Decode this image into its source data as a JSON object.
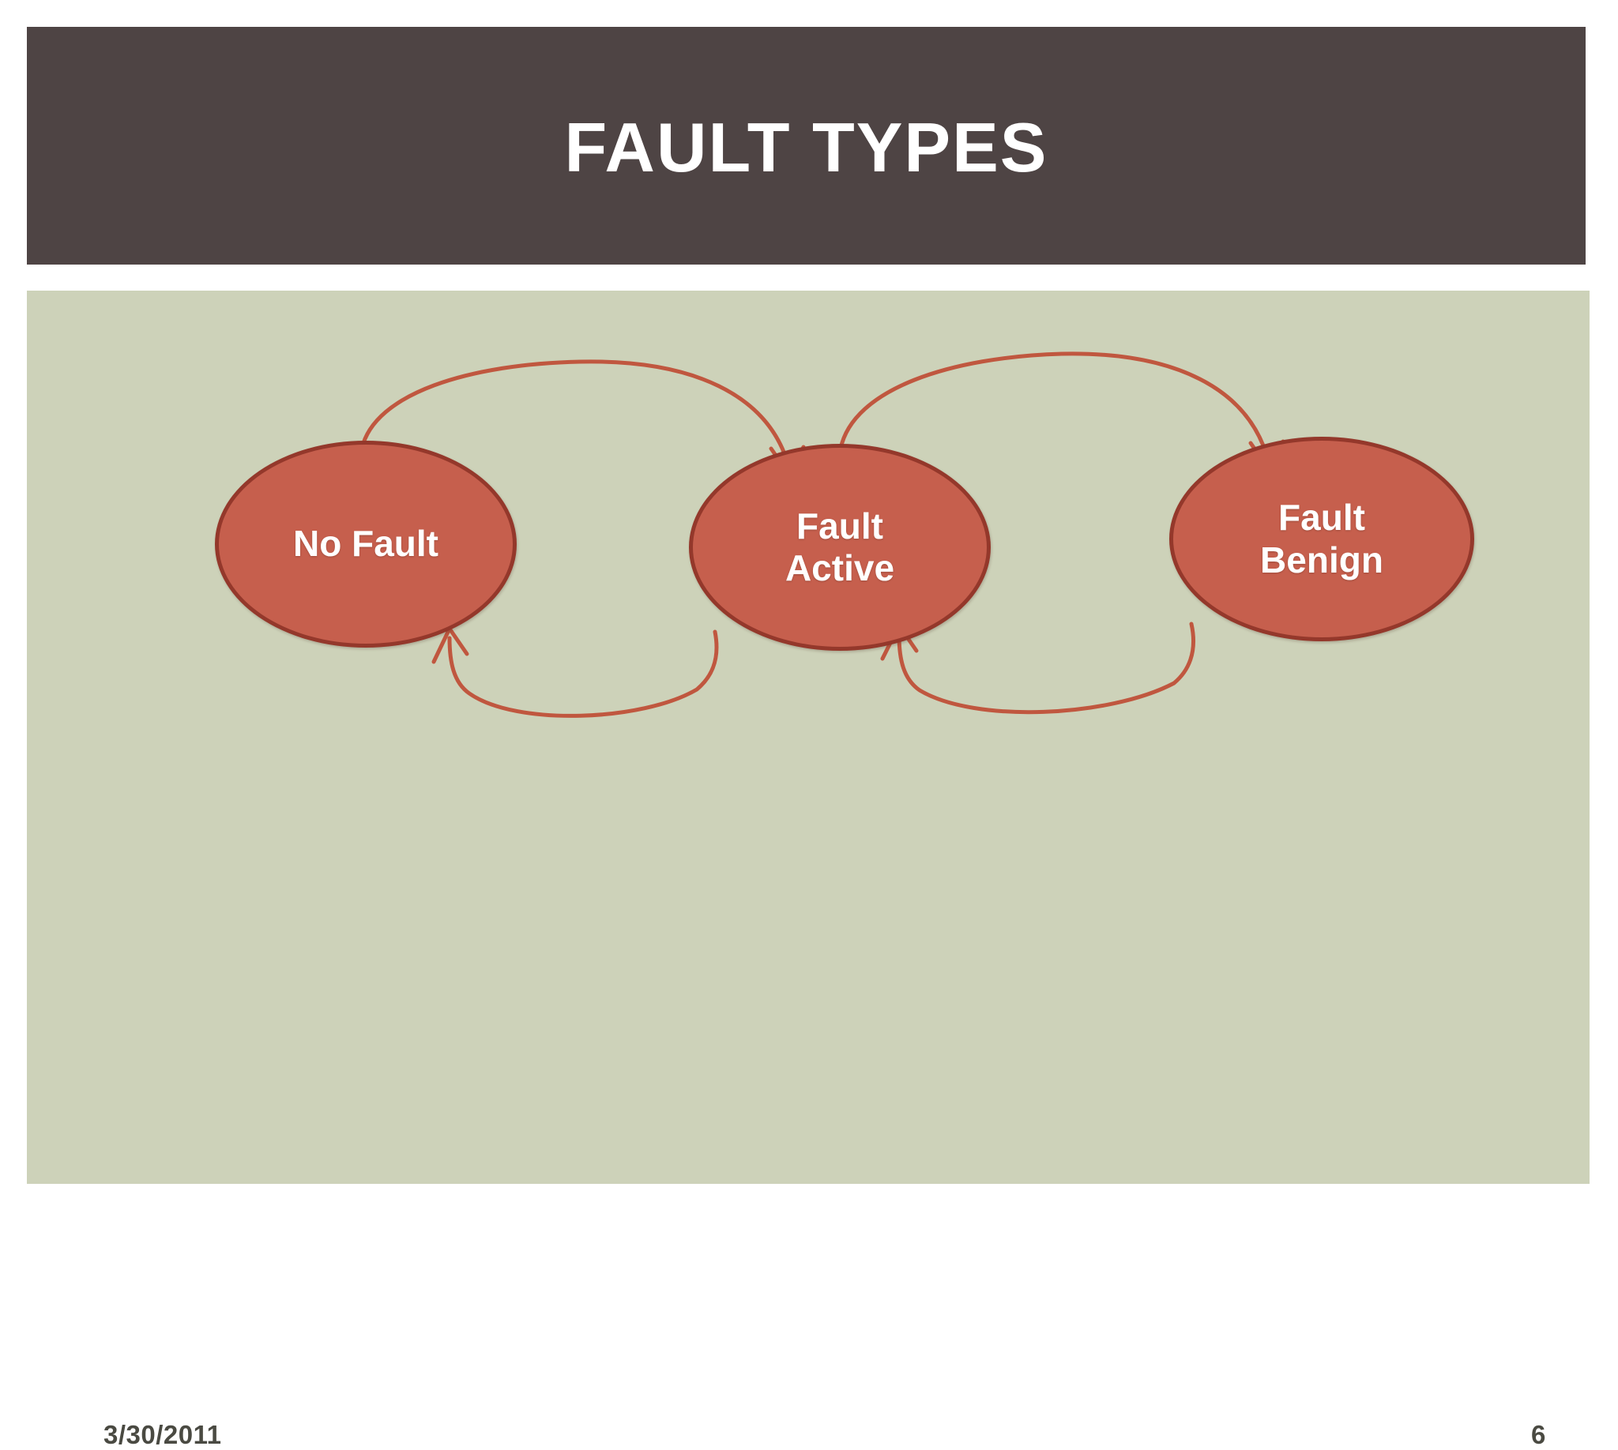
{
  "slide": {
    "title": "FAULT TYPES",
    "title_bar_color": "#4E4444",
    "panel_color": "#CDD2B9",
    "background_color": "#FFFFFF"
  },
  "diagram": {
    "type": "state-transition-diagram",
    "node_fill_color": "#C65F4D",
    "node_border_color": "#94382B",
    "node_text_color": "#FFFFFF",
    "arrow_color": "#C0573F",
    "nodes": [
      {
        "id": "no-fault",
        "label": "No Fault"
      },
      {
        "id": "fault-active",
        "label": "Fault\nActive"
      },
      {
        "id": "fault-benign",
        "label": "Fault\nBenign"
      }
    ],
    "edges": [
      {
        "from": "no-fault",
        "to": "fault-active",
        "side": "top"
      },
      {
        "from": "fault-active",
        "to": "no-fault",
        "side": "bottom"
      },
      {
        "from": "fault-active",
        "to": "fault-benign",
        "side": "top"
      },
      {
        "from": "fault-benign",
        "to": "fault-active",
        "side": "bottom"
      }
    ]
  },
  "footer": {
    "date": "3/30/2011",
    "page_number": "6",
    "text_color": "#4A4A42"
  }
}
